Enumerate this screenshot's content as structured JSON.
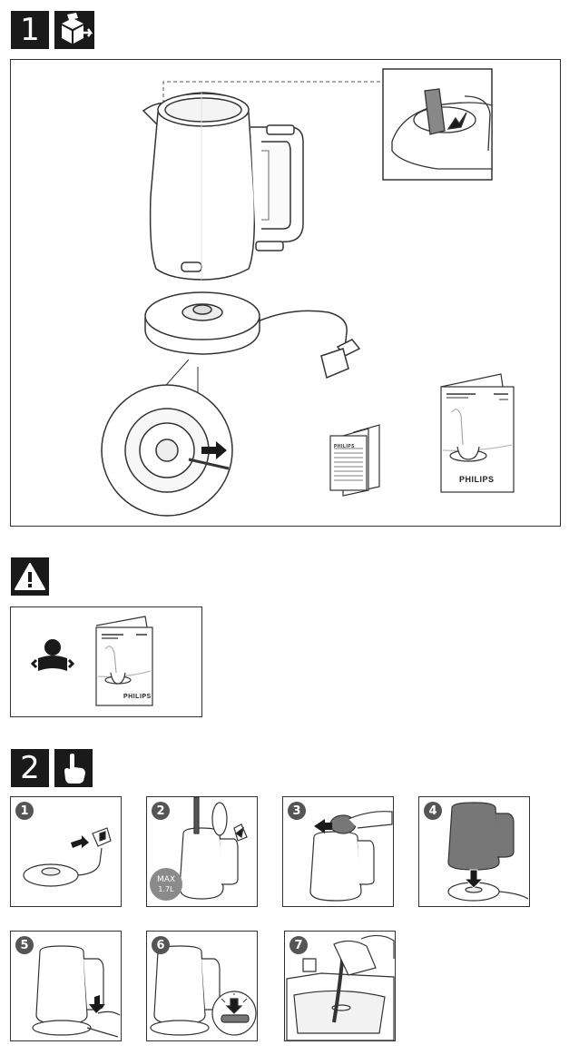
{
  "section1": {
    "number": "1",
    "icon": "unbox-icon"
  },
  "warning": {
    "icon": "warning-icon",
    "reader_icon": "read-manual-icon"
  },
  "section2": {
    "number": "2",
    "icon": "hand-point-icon"
  },
  "leaflet": {
    "brand": "PHILIPS",
    "doc_brand": "PHILIPS"
  },
  "warning_leaflet": {
    "brand": "PHILIPS"
  },
  "steps": [
    {
      "number": "1",
      "icon": "plug-in-icon"
    },
    {
      "number": "2",
      "icon": "fill-water-icon",
      "max_label": "MAX",
      "max_value": "1.7L"
    },
    {
      "number": "3",
      "icon": "close-lid-icon"
    },
    {
      "number": "4",
      "icon": "place-on-base-icon"
    },
    {
      "number": "5",
      "icon": "switch-on-icon"
    },
    {
      "number": "6",
      "icon": "indicator-light-icon"
    },
    {
      "number": "7",
      "icon": "empty-water-icon"
    }
  ],
  "colors": {
    "dark": "#1a1a1a",
    "line": "#333333",
    "shade": "#777777"
  }
}
